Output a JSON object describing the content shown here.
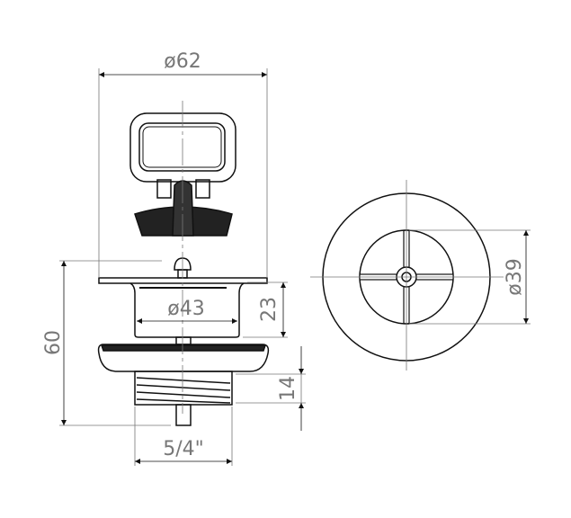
{
  "dimensions": {
    "overall_diameter": "ø62",
    "basket_diameter": "ø43",
    "basket_depth": "23",
    "total_height": "60",
    "thread_length": "14",
    "thread_size": "5/4\"",
    "grate_diameter": "ø39"
  },
  "colors": {
    "line": "#111111",
    "dimension": "#777777"
  }
}
